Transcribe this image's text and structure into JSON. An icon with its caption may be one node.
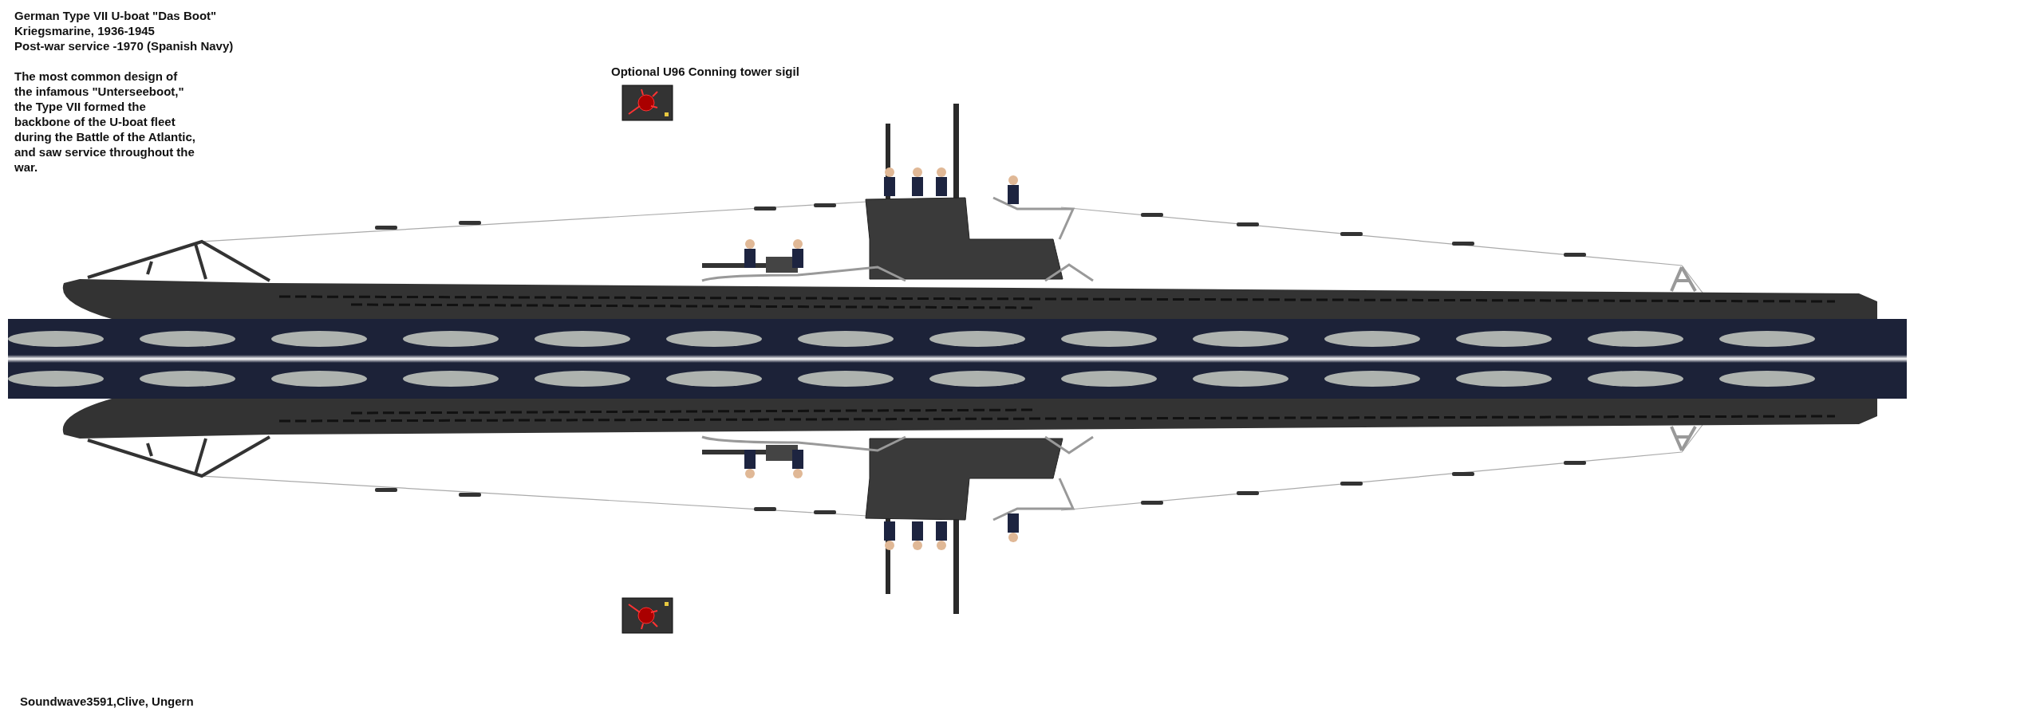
{
  "diagram": {
    "labels": [
      "German Type VII U-boat \"Das Boot\"",
      "Kriegsmarine, 1936-1945",
      "Post-war service -1970 (Spanish Navy)",
      "The most common design of the infamous \"Unterseeboot,\" the Type VII formed the backbone of the U-boat fleet during the Battle of the Atlantic, and saw service throughout the war.",
      "Optional U96 Conning tower sigil",
      "Soundwave3591,Clive, Ungern"
    ]
  }
}
